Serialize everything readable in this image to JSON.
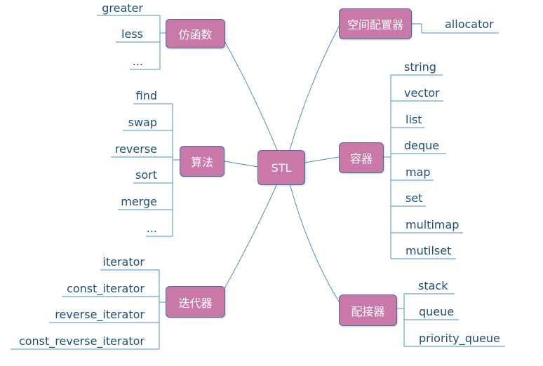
{
  "center": "STL",
  "branches": {
    "functor": {
      "label": "仿函数",
      "items": [
        "greater",
        "less",
        "..."
      ]
    },
    "algorithm": {
      "label": "算法",
      "items": [
        "find",
        "swap",
        "reverse",
        "sort",
        "merge",
        "..."
      ]
    },
    "iterator": {
      "label": "迭代器",
      "items": [
        "iterator",
        "const_iterator",
        "reverse_iterator",
        "const_reverse_iterator"
      ]
    },
    "allocator": {
      "label": "空间配置器",
      "items": [
        "allocator"
      ]
    },
    "container": {
      "label": "容器",
      "items": [
        "string",
        "vector",
        "list",
        "deque",
        "map",
        "set",
        "multimap",
        "mutilset"
      ]
    },
    "adapter": {
      "label": "配接器",
      "items": [
        "stack",
        "queue",
        "priority_queue"
      ]
    }
  },
  "colors": {
    "node_fill": "#c978a7",
    "node_border": "#3d6fa3",
    "line": "#4a90c8",
    "text": "#1f4e79"
  }
}
